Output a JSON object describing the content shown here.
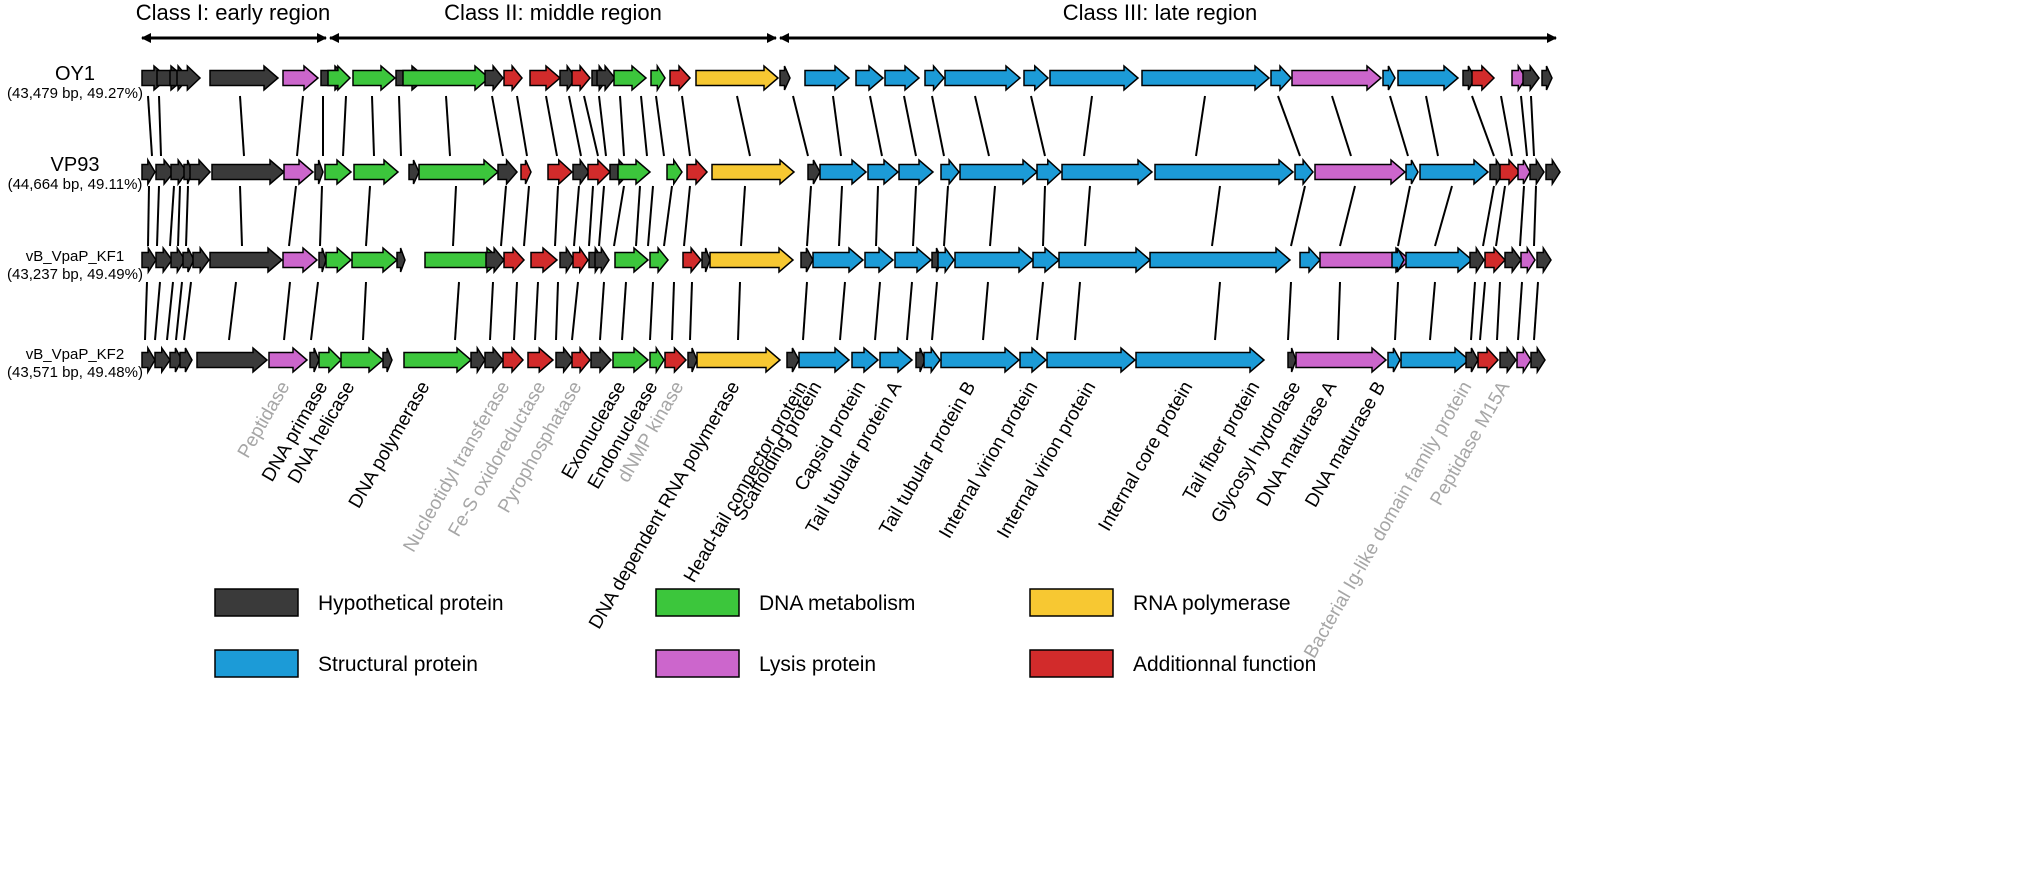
{
  "regions": [
    {
      "label": "Class I: early region"
    },
    {
      "label": "Class II: middle region"
    },
    {
      "label": "Class III: late region"
    }
  ],
  "genomes": [
    {
      "name": "OY1",
      "info": "(43,479 bp, 49.27%)"
    },
    {
      "name": "VP93",
      "info": "(44,664 bp, 49.11%)"
    },
    {
      "name": "vB_VpaP_KF1",
      "info": "(43,237 bp, 49.49%)"
    },
    {
      "name": "vB_VpaP_KF2",
      "info": "(43,571 bp, 49.48%)"
    }
  ],
  "gene_labels": [
    {
      "text": "Peptidase",
      "shade": "gray"
    },
    {
      "text": "DNA primase",
      "shade": "black"
    },
    {
      "text": "DNA helicase",
      "shade": "black"
    },
    {
      "text": "DNA polymerase",
      "shade": "black"
    },
    {
      "text": "Nucleotidyl transferase",
      "shade": "gray"
    },
    {
      "text": "Fe-S oxidoreductase",
      "shade": "gray"
    },
    {
      "text": "Pyrophosphatase",
      "shade": "gray"
    },
    {
      "text": "Exonuclease",
      "shade": "black"
    },
    {
      "text": "Endonuclease",
      "shade": "black"
    },
    {
      "text": "dNMP kinase",
      "shade": "gray"
    },
    {
      "text": "DNA dependent RNA polymerase",
      "shade": "black"
    },
    {
      "text": "Head-tail connector protein",
      "shade": "black"
    },
    {
      "text": "Scaffolding protein",
      "shade": "black"
    },
    {
      "text": "Capsid protein",
      "shade": "black"
    },
    {
      "text": "Tail tubular protein A",
      "shade": "black"
    },
    {
      "text": "Tail tubular protein B",
      "shade": "black"
    },
    {
      "text": "Internal virion protein",
      "shade": "black"
    },
    {
      "text": "Internal virion protein",
      "shade": "black"
    },
    {
      "text": "Internal core protein",
      "shade": "black"
    },
    {
      "text": "Tail fiber protein",
      "shade": "black"
    },
    {
      "text": "Glycosyl hydrolase",
      "shade": "black"
    },
    {
      "text": "DNA maturase A",
      "shade": "black"
    },
    {
      "text": "DNA maturase B",
      "shade": "black"
    },
    {
      "text": "Bacterial Ig-like domain family protein",
      "shade": "gray"
    },
    {
      "text": "Peptidase M15A",
      "shade": "gray"
    }
  ],
  "legend": [
    {
      "label": "Hypothetical protein",
      "color": "#3a3a3a"
    },
    {
      "label": "DNA metabolism",
      "color": "#3cc63c"
    },
    {
      "label": "RNA polymerase",
      "color": "#f7c832"
    },
    {
      "label": "Structural protein",
      "color": "#1c9bd7"
    },
    {
      "label": "Lysis protein",
      "color": "#cc66cc"
    },
    {
      "label": "Additionnal function",
      "color": "#d22b2b"
    }
  ],
  "colors": {
    "hypothetical": "#3a3a3a",
    "dna": "#3cc63c",
    "rna": "#f7c832",
    "structural": "#1c9bd7",
    "lysis": "#cc66cc",
    "additional": "#d22b2b",
    "label_black": "#000000",
    "label_gray": "#a6a6a6"
  }
}
